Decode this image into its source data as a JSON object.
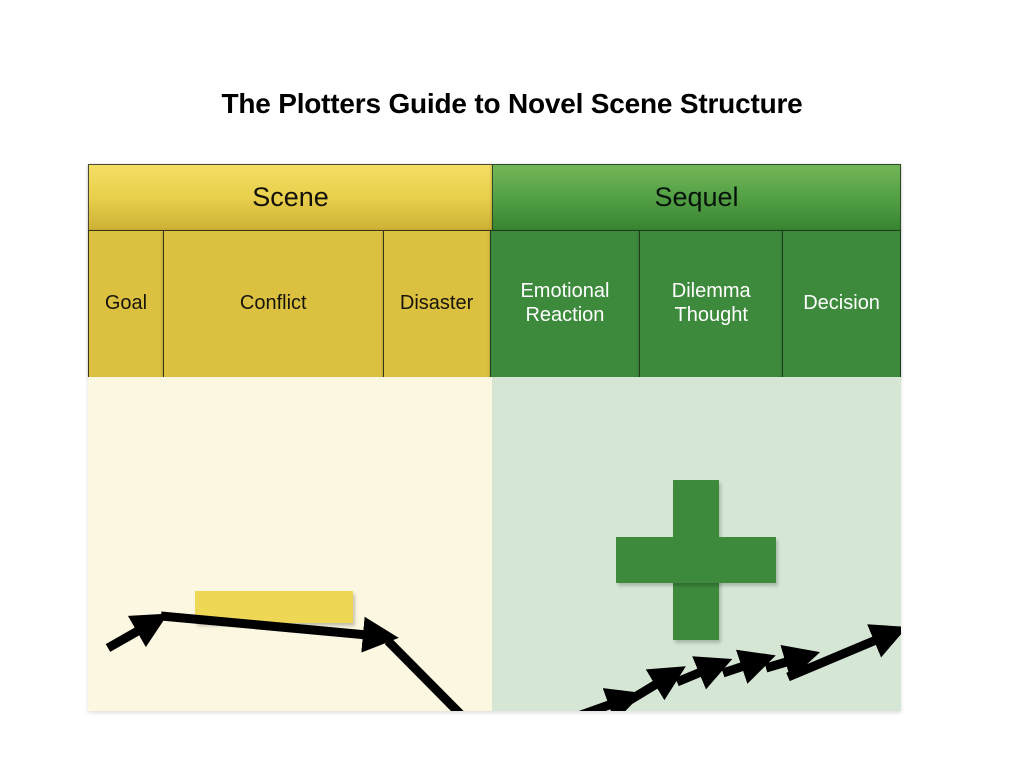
{
  "title": "The Plotters Guide to Novel Scene Structure",
  "colors": {
    "scene_header_top": "#f4de63",
    "scene_header_bottom": "#ceb136",
    "sequel_header_top": "#74b658",
    "sequel_header_bottom": "#378532",
    "scene_cell": "#dcc141",
    "sequel_cell": "#3d8a3d",
    "scene_panel": "#fcf7e0",
    "sequel_panel": "#d6e6d4",
    "minus_symbol": "#efd756",
    "plus_symbol": "#3d8a3d",
    "arrow": "#000000"
  },
  "table": {
    "sections": [
      {
        "label": "Scene"
      },
      {
        "label": "Sequel"
      }
    ],
    "stages": [
      {
        "label": "Goal",
        "section": "Scene"
      },
      {
        "label": "Conflict",
        "section": "Scene"
      },
      {
        "label": "Disaster",
        "section": "Scene"
      },
      {
        "label": "Emotional\nReaction",
        "section": "Sequel"
      },
      {
        "label": "Dilemma\nThought",
        "section": "Sequel"
      },
      {
        "label": "Decision",
        "section": "Sequel"
      }
    ]
  },
  "panels": {
    "scene": {
      "symbol": "minus-bar"
    },
    "sequel": {
      "symbol": "plus-cross"
    }
  },
  "chart_data": {
    "type": "line",
    "title": "The Plotters Guide to Novel Scene Structure",
    "xlabel": "",
    "ylabel": "",
    "description": "Emotional value line traced by thick black arrows: rises slightly through Goal, stays nearly flat across Conflict, plunges steeply at Disaster, then climbs back up in small steps through Emotional Reaction, Dilemma Thought and Decision.",
    "segments": [
      {
        "stage": "Goal",
        "direction": "up",
        "points": [
          [
            20,
            271
          ],
          [
            72,
            241
          ]
        ]
      },
      {
        "stage": "Conflict",
        "direction": "flat",
        "points": [
          [
            72,
            241
          ],
          [
            292,
            262
          ]
        ]
      },
      {
        "stage": "Disaster",
        "direction": "down",
        "points": [
          [
            292,
            262
          ],
          [
            402,
            368
          ]
        ]
      },
      {
        "stage": "Emotional Reaction",
        "direction": "up",
        "points": [
          [
            402,
            368
          ],
          [
            540,
            318
          ]
        ]
      },
      {
        "stage": "Dilemma Thought",
        "direction": "up-steps",
        "points": [
          [
            540,
            318
          ],
          [
            706,
            292
          ]
        ]
      },
      {
        "stage": "Decision",
        "direction": "up",
        "points": [
          [
            706,
            292
          ],
          [
            805,
            263
          ]
        ]
      }
    ]
  }
}
